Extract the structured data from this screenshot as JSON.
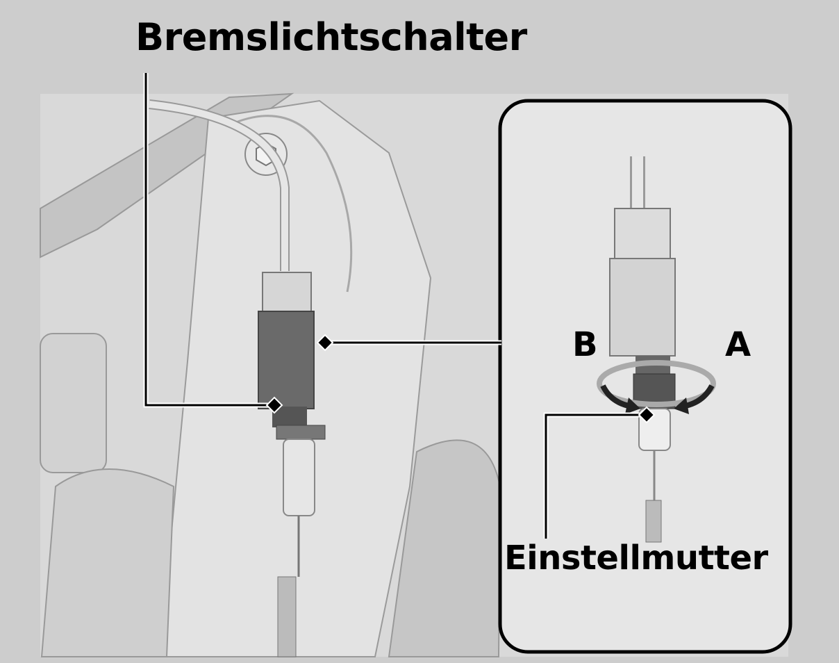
{
  "title": "Bremslichtschalter",
  "inset": {
    "label_b": "B",
    "label_a": "A",
    "callout": "Einstellmutter"
  },
  "colors": {
    "background": "#cdcdcd",
    "line": "#000000",
    "inset_fill": "#e6e6e6"
  }
}
